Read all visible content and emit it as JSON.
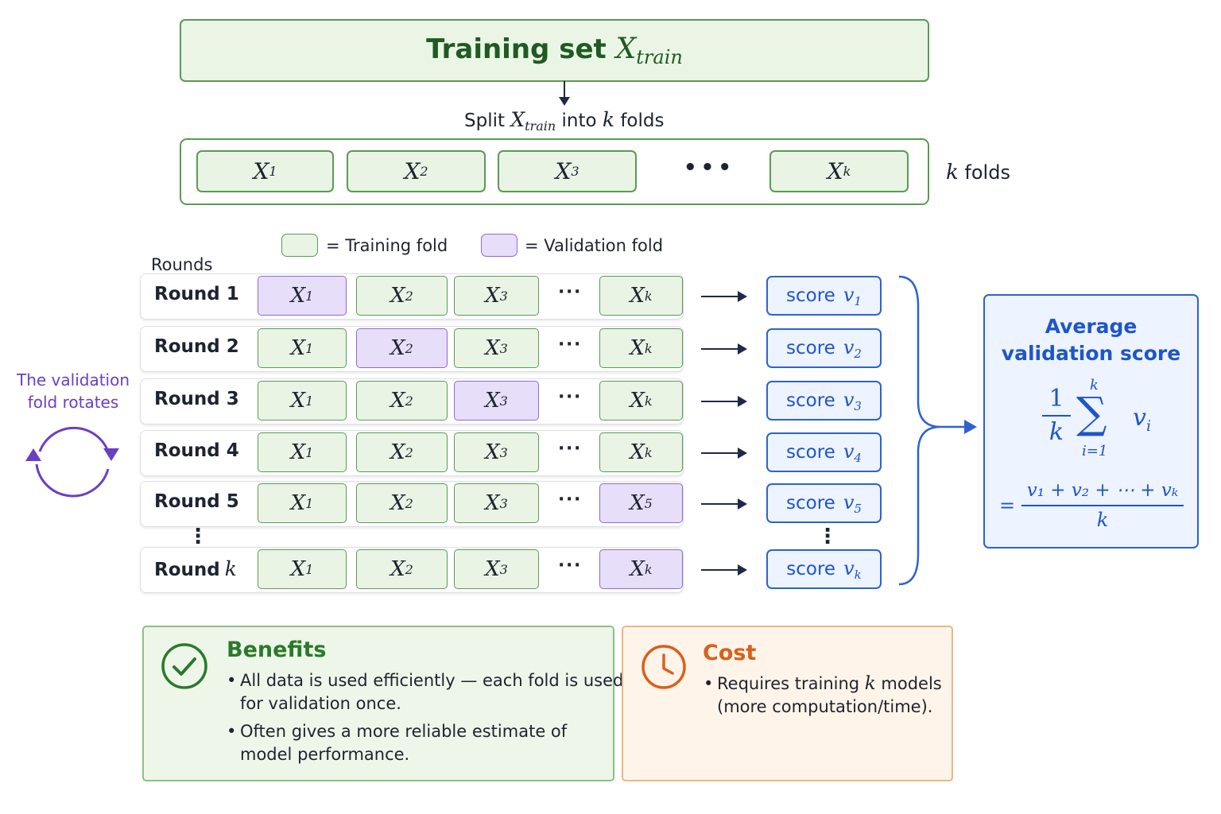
{
  "top": {
    "title_prefix": "Training set",
    "title_var": "X",
    "title_sub": "train",
    "split_prefix": "Split",
    "split_var": "X",
    "split_sub": "train",
    "split_mid": "into",
    "split_k": "k",
    "split_suffix": "folds"
  },
  "folds": {
    "items": [
      {
        "var": "X",
        "sub": "1"
      },
      {
        "var": "X",
        "sub": "2"
      },
      {
        "var": "X",
        "sub": "3"
      },
      {
        "var": "X",
        "sub": "k"
      }
    ],
    "ellipsis": "• • •",
    "side_k": "k",
    "side_label": "folds"
  },
  "legend": {
    "training_label": "= Training fold",
    "validation_label": "= Validation fold"
  },
  "rounds_header": "Rounds",
  "rotation_note": {
    "line1": "The validation",
    "line2": "fold rotates"
  },
  "rounds": [
    {
      "label": "Round 1",
      "cells": [
        {
          "var": "X",
          "sub": "1",
          "validation": true
        },
        {
          "var": "X",
          "sub": "2",
          "validation": false
        },
        {
          "var": "X",
          "sub": "3",
          "validation": false
        },
        {
          "var": "X",
          "sub": "k",
          "validation": false
        }
      ],
      "dots": "· · ·",
      "score_label": "score",
      "score_var": "v",
      "score_sub": "1"
    },
    {
      "label": "Round 2",
      "cells": [
        {
          "var": "X",
          "sub": "1",
          "validation": false
        },
        {
          "var": "X",
          "sub": "2",
          "validation": true
        },
        {
          "var": "X",
          "sub": "3",
          "validation": false
        },
        {
          "var": "X",
          "sub": "k",
          "validation": false
        }
      ],
      "dots": "· · ·",
      "score_label": "score",
      "score_var": "v",
      "score_sub": "2"
    },
    {
      "label": "Round 3",
      "cells": [
        {
          "var": "X",
          "sub": "1",
          "validation": false
        },
        {
          "var": "X",
          "sub": "2",
          "validation": false
        },
        {
          "var": "X",
          "sub": "3",
          "validation": true
        },
        {
          "var": "X",
          "sub": "k",
          "validation": false
        }
      ],
      "dots": "· · ·",
      "score_label": "score",
      "score_var": "v",
      "score_sub": "3"
    },
    {
      "label": "Round 4",
      "cells": [
        {
          "var": "X",
          "sub": "1",
          "validation": false
        },
        {
          "var": "X",
          "sub": "2",
          "validation": false
        },
        {
          "var": "X",
          "sub": "3",
          "validation": false
        },
        {
          "var": "X",
          "sub": "k",
          "validation": false
        }
      ],
      "dots": "· · ·",
      "score_label": "score",
      "score_var": "v",
      "score_sub": "4"
    },
    {
      "label": "Round 5",
      "cells": [
        {
          "var": "X",
          "sub": "1",
          "validation": false
        },
        {
          "var": "X",
          "sub": "2",
          "validation": false
        },
        {
          "var": "X",
          "sub": "3",
          "validation": false
        },
        {
          "var": "X",
          "sub": "5",
          "validation": true
        }
      ],
      "dots": "· · ·",
      "score_label": "score",
      "score_var": "v",
      "score_sub": "5"
    },
    {
      "label": "Round",
      "label_var": "k",
      "cells": [
        {
          "var": "X",
          "sub": "1",
          "validation": false
        },
        {
          "var": "X",
          "sub": "2",
          "validation": false
        },
        {
          "var": "X",
          "sub": "3",
          "validation": false
        },
        {
          "var": "X",
          "sub": "k",
          "validation": true
        }
      ],
      "dots": "· · ·",
      "score_label": "score",
      "score_var": "v",
      "score_sub": "k"
    }
  ],
  "vertical_dots": "⋮",
  "average": {
    "title_line1": "Average",
    "title_line2": "validation score",
    "frac_num": "1",
    "frac_den": "k",
    "sum_top": "k",
    "sum_symbol": "∑",
    "sum_bottom": "i=1",
    "sum_var": "v",
    "sum_sub": "i",
    "equals": "=",
    "expanded_num": "v₁ + v₂ + ⋯ + vₖ",
    "expanded_den": "k"
  },
  "benefits": {
    "title": "Benefits",
    "b1_line1": "All data is used efficiently — each fold is used",
    "b1_line2": "for validation once.",
    "b2_line1": "Often gives a more reliable estimate of",
    "b2_line2": "model performance."
  },
  "cost": {
    "title": "Cost",
    "c1_prefix": "Requires training",
    "c1_k": "k",
    "c1_suffix": "models",
    "c1_line2": "(more computation/time)."
  },
  "colors": {
    "training_fill": "#e9f4e5",
    "training_border": "#5b9a55",
    "validation_fill": "#e7defa",
    "validation_border": "#8f6ad6",
    "score_blue": "#2d62d2",
    "benefits_green": "#2a7a2a",
    "cost_orange": "#d9601b",
    "rotate_purple": "#6b3fc4"
  },
  "icons": [
    "check-circle-icon",
    "clock-icon",
    "rotate-cycle-icon",
    "arrow-right-icon",
    "arrow-down-icon"
  ]
}
